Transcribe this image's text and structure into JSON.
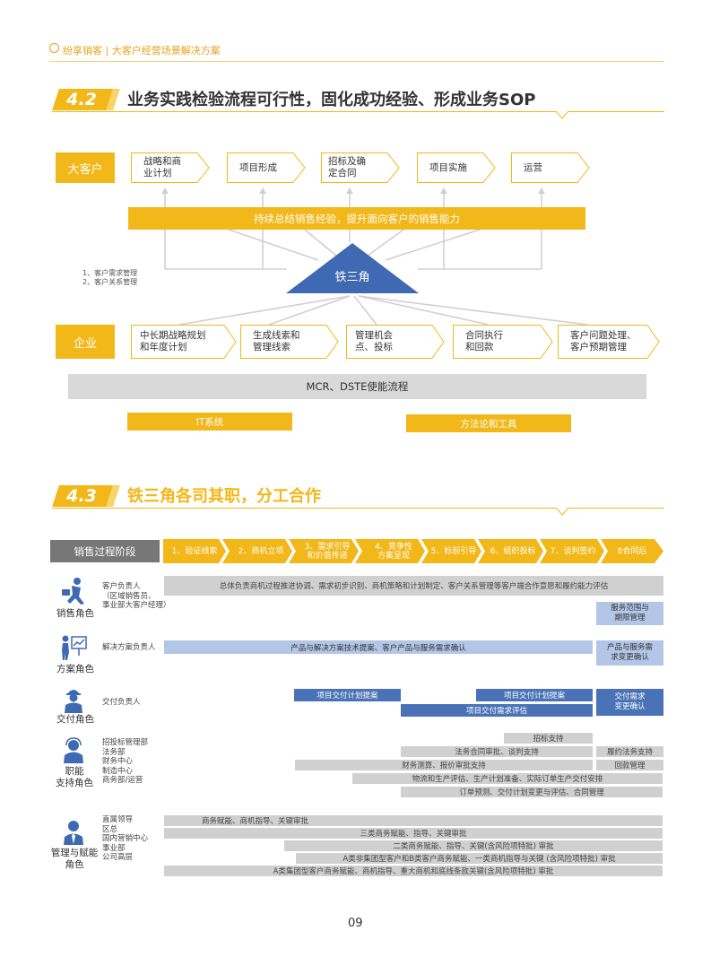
{
  "header": {
    "text": "纷享销客 | 大客户经营场景解决方案"
  },
  "sec42": {
    "num": "4.2",
    "title": "业务实践检验流程可行性，固化成功经验、形成业务SOP"
  },
  "flow": {
    "big_customer": "大客户",
    "customer_steps": [
      "战略和商\n业计划",
      "项目形成",
      "招标及确\n定合同",
      "项目实施",
      "运营"
    ],
    "summary_bar": "持续总结销售经验，提升面向客户的销售能力",
    "notes": [
      "1、客户需求管理",
      "2、客户关系管理"
    ],
    "iron_triangle": "铁三角",
    "enterprise": "企业",
    "enterprise_steps": [
      "中长期战略规划\n和年度计划",
      "生成线索和\n管理线索",
      "管理机会\n点、投标",
      "合同执行\n和回款",
      "客户问题处理、\n客户预期管理"
    ],
    "mcr": "MCR、DSTE使能流程",
    "it_system": "IT系统",
    "methodology": "方法论和工具"
  },
  "sec43": {
    "num": "4.3",
    "title": "铁三角各司其职，分工合作"
  },
  "stages": {
    "label": "销售过程阶段",
    "items": [
      "1、验证线索",
      "2、商机立项",
      "3、需求引导\n和价值传递",
      "4、竞争性\n方案呈现",
      "5、标前引导",
      "6、组织投标",
      "7、谈判签约",
      "8合同后"
    ]
  },
  "roles": [
    {
      "name": "销售角色",
      "icon": "sales-icon",
      "desc": "客户负责人\n（区域销售员、\n事业部大客户经理）",
      "bars": [
        "总体负责商机过程推进协调、需求初步识别、商机策略和计划制定、客户关系管理等客户端合作意愿和履约能力评估"
      ],
      "side": [
        "服务范围与\n期限管理"
      ]
    },
    {
      "name": "方案角色",
      "icon": "solution-icon",
      "desc": "解决方案负责人",
      "bars": [
        "产品与解决方案技术提案、客户产品与服务需求确认"
      ],
      "side": [
        "产品与服务需\n求变更确认"
      ]
    },
    {
      "name": "交付角色",
      "icon": "delivery-icon",
      "desc": "交付负责人",
      "bars": [
        "项目交付计划提案",
        "项目交付计划提案",
        "项目交付需求评估"
      ],
      "side": [
        "交付需求\n变更确认"
      ]
    },
    {
      "name": "职能\n支持角色",
      "icon": "support-icon",
      "desc": "招投标管理部\n法务部\n财务中心\n制造中心\n商务部/运营",
      "bars": [
        "招标支持",
        "法务合同审批、谈判支持",
        "财务测算、报价审批支持",
        "物流和生产评估、生产计划准备、实际订单生产交付安排",
        "订单预测、交付计划变更与评估、合同管理"
      ],
      "side": [
        "履约法务支持",
        "回款管理"
      ]
    },
    {
      "name": "管理与赋能\n角色",
      "icon": "manager-icon",
      "desc": "直属领导\n区总\n国内营销中心\n事业部\n公司高层",
      "bars": [
        "商务赋能、商机指导、关键审批",
        "三类商务赋能、指导、关键审批",
        "二类商务赋能、指导、关键(含风险项特批) 审批",
        "A类非集团型客户和B类客户商务赋能、一类商机指导与关键 (含风险项特批) 审批",
        "A类集团型客户商务赋能、商机指导、重大商机和底线条款关键(含风险项特批) 审批"
      ],
      "side": []
    }
  ],
  "page_number": "09"
}
